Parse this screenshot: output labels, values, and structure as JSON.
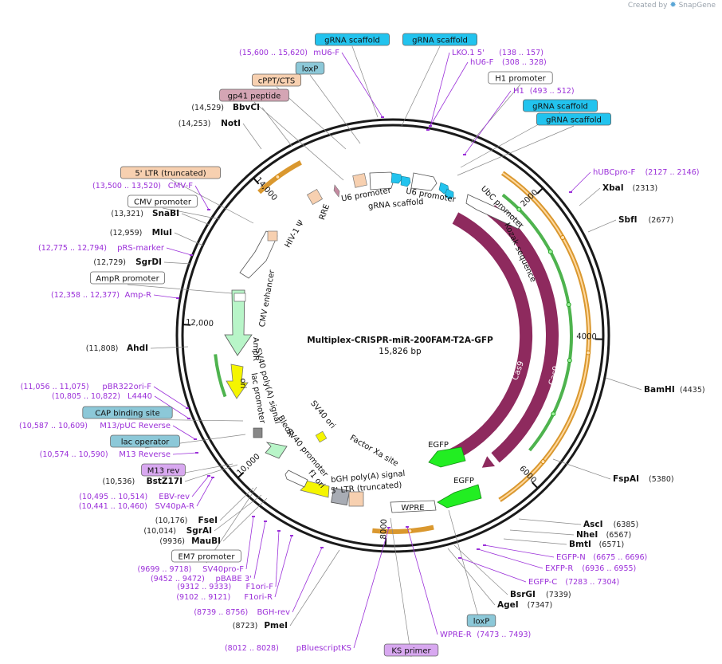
{
  "branding": {
    "created_by": "Created by",
    "product": "SnapGene"
  },
  "plasmid": {
    "name": "Multiplex-CRISPR-miR-200FAM-T2A-GFP",
    "length_label": "15,826 bp"
  },
  "ruler_ticks": [
    "2000",
    "4000",
    "6000",
    "8000",
    "10,000",
    "12,000",
    "14,000"
  ],
  "sites": [
    {
      "name": "XbaI",
      "pos": "(2313)"
    },
    {
      "name": "SbfI",
      "pos": "(2677)"
    },
    {
      "name": "BamHI",
      "pos": "(4435)"
    },
    {
      "name": "FspAI",
      "pos": "(5380)"
    },
    {
      "name": "AscI",
      "pos": "(6385)"
    },
    {
      "name": "NheI",
      "pos": "(6567)"
    },
    {
      "name": "BmtI",
      "pos": "(6571)"
    },
    {
      "name": "BsrGI",
      "pos": "(7339)"
    },
    {
      "name": "AgeI",
      "pos": "(7347)"
    },
    {
      "name": "PmeI",
      "pos": "(8723)"
    },
    {
      "name": "MauBI",
      "pos": "(9936)"
    },
    {
      "name": "SgrAI",
      "pos": "(10,014)"
    },
    {
      "name": "FseI",
      "pos": "(10,176)"
    },
    {
      "name": "BstZ17I",
      "pos": "(10,536)"
    },
    {
      "name": "AhdI",
      "pos": "(11,808)"
    },
    {
      "name": "SgrDI",
      "pos": "(12,729)"
    },
    {
      "name": "MluI",
      "pos": "(12,959)"
    },
    {
      "name": "SnaBI",
      "pos": "(13,321)"
    },
    {
      "name": "NotI",
      "pos": "(14,253)"
    },
    {
      "name": "BbvCI",
      "pos": "(14,529)"
    }
  ],
  "primers": [
    {
      "name": "mU6-F",
      "range": "(15,600 .. 15,620)"
    },
    {
      "name": "LKO.1 5'",
      "range": "(138 .. 157)"
    },
    {
      "name": "hU6-F",
      "range": "(308 .. 328)"
    },
    {
      "name": "H1",
      "range": "(493 .. 512)"
    },
    {
      "name": "hUBCpro-F",
      "range": "(2127 .. 2146)"
    },
    {
      "name": "EGFP-N",
      "range": "(6675 .. 6696)"
    },
    {
      "name": "EXFP-R",
      "range": "(6936 .. 6955)"
    },
    {
      "name": "EGFP-C",
      "range": "(7283 .. 7304)"
    },
    {
      "name": "WPRE-R",
      "range": "(7473 .. 7493)"
    },
    {
      "name": "pBluescriptKS",
      "range": "(8012 .. 8028)"
    },
    {
      "name": "BGH-rev",
      "range": "(8739 .. 8756)"
    },
    {
      "name": "F1ori-R",
      "range": "(9102 .. 9121)"
    },
    {
      "name": "F1ori-F",
      "range": "(9312 .. 9333)"
    },
    {
      "name": "pBABE 3'",
      "range": "(9452 .. 9472)"
    },
    {
      "name": "SV40pro-F",
      "range": "(9699 .. 9718)"
    },
    {
      "name": "SV40pA-R",
      "range": "(10,441 .. 10,460)"
    },
    {
      "name": "EBV-rev",
      "range": "(10,495 .. 10,514)"
    },
    {
      "name": "M13 Reverse",
      "range": "(10,574 .. 10,590)"
    },
    {
      "name": "M13/pUC Reverse",
      "range": "(10,587 .. 10,609)"
    },
    {
      "name": "L4440",
      "range": "(10,805 .. 10,822)"
    },
    {
      "name": "pBR322ori-F",
      "range": "(11,056 .. 11,075)"
    },
    {
      "name": "Amp-R",
      "range": "(12,358 .. 12,377)"
    },
    {
      "name": "pRS-marker",
      "range": "(12,775 .. 12,794)"
    },
    {
      "name": "CMV-F",
      "range": "(13,500 .. 13,520)"
    }
  ],
  "boxed_labels": [
    {
      "text": "gRNA scaffold",
      "color": "#22c3ee"
    },
    {
      "text": "gRNA scaffold",
      "color": "#22c3ee"
    },
    {
      "text": "loxP",
      "color": "#8cc8d8"
    },
    {
      "text": "cPPT/CTS",
      "color": "#f7d0b0"
    },
    {
      "text": "gp41 peptide",
      "color": "#d4a5b4"
    },
    {
      "text": "H1 promoter",
      "color": "#ffffff"
    },
    {
      "text": "gRNA scaffold",
      "color": "#22c3ee"
    },
    {
      "text": "gRNA scaffold",
      "color": "#22c3ee"
    },
    {
      "text": "5' LTR (truncated)",
      "color": "#f7d0b0"
    },
    {
      "text": "CMV promoter",
      "color": "#ffffff"
    },
    {
      "text": "AmpR promoter",
      "color": "#ffffff"
    },
    {
      "text": "CAP binding site",
      "color": "#8cc8d8"
    },
    {
      "text": "lac operator",
      "color": "#8cc8d8"
    },
    {
      "text": "M13 rev",
      "color": "#d8a8f0"
    },
    {
      "text": "EM7 promoter",
      "color": "#ffffff"
    },
    {
      "text": "loxP",
      "color": "#8cc8d8"
    },
    {
      "text": "KS primer",
      "color": "#d8a8f0"
    }
  ],
  "feature_labels": [
    "U6 promoter",
    "U6 promoter",
    "gRNA scaffold",
    "RRE",
    "HIV-1 Ψ",
    "CMV enhancer",
    "AmpR",
    "ori",
    "SV40 poly(A) signal",
    "lac promoter",
    "SV40 ori",
    "BleoR",
    "SV40 promoter",
    "f1 ori",
    "bGH poly(A) signal",
    "5' LTR (truncated)",
    "WPRE",
    "EGFP",
    "EGFP",
    "Factor Xa site",
    "Cas9",
    "Cas9",
    "UbC promoter",
    "Kozak sequence"
  ],
  "colors": {
    "backbone": "#1a1a1a",
    "primer": "#9b30d9",
    "cas9": "#8e2a5e",
    "egfp": "#22ee22",
    "ampr": "#b8f5c8",
    "ori": "#f5f500",
    "gRNA": "#22c3ee",
    "ltr": "#f7d0b0",
    "orange_arc": "#d4860a",
    "green_arc": "#22a022"
  }
}
